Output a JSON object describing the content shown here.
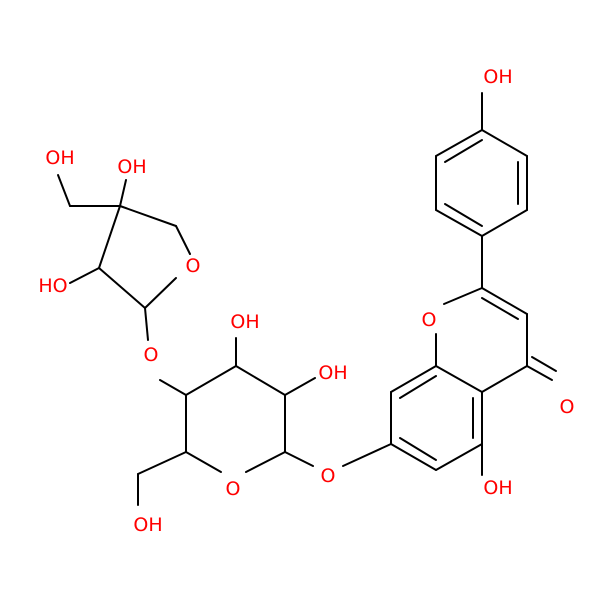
{
  "colors": {
    "bond": "#000000",
    "oxygen": "#ff0000",
    "background": "#ffffff"
  },
  "labels": {
    "oh_phenol": "OH",
    "o_chromone_ring": "O",
    "o_ketone": "O",
    "oh_5": "OH",
    "o_glycosidic_7": "O",
    "o_pyranose_ring": "O",
    "oh_pyranose_2": "OH",
    "oh_pyranose_3": "OH",
    "o_glycosidic_4": "O",
    "oh_hydroxymethyl_6": "OH",
    "o_furanose_ring": "O",
    "oh_furanose_2": "HO",
    "oh_furanose_3": "OH",
    "oh_furanose_hydroxymethyl": "OH"
  }
}
